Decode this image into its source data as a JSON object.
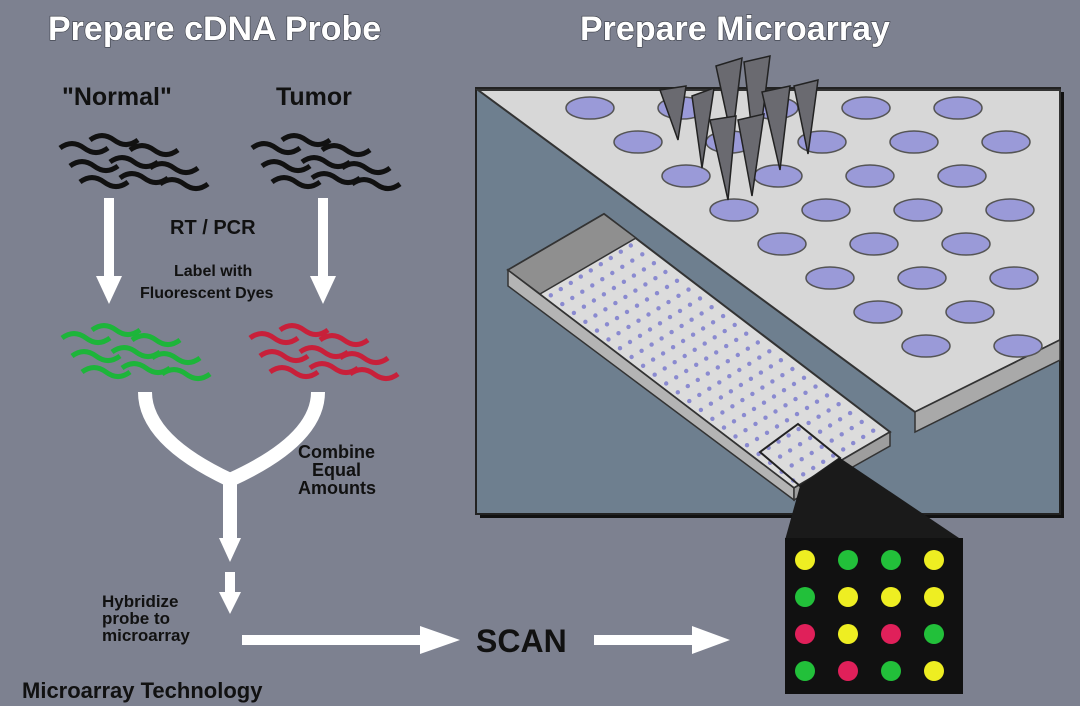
{
  "titles": {
    "left": "Prepare cDNA Probe",
    "right": "Prepare Microarray"
  },
  "labels": {
    "normal": "\"Normal\"",
    "tumor": "Tumor",
    "rt_pcr": "RT / PCR",
    "label_with": "Label with",
    "fluorescent_dyes": "Fluorescent Dyes",
    "combine_1": "Combine",
    "combine_2": "Equal",
    "combine_3": "Amounts",
    "hybridize_1": "Hybridize",
    "hybridize_2": "probe to",
    "hybridize_3": "microarray",
    "scan": "SCAN",
    "caption": "Microarray Technology"
  },
  "colors": {
    "background": "#7d8190",
    "normal_probe": "#1db53a",
    "tumor_probe": "#c8203a",
    "well": "#9a9ad8",
    "spot_yellow": "#eeee22",
    "spot_green": "#22c03a",
    "spot_red": "#e0205a"
  },
  "scan_grid": [
    [
      "yellow",
      "green",
      "green",
      "yellow"
    ],
    [
      "green",
      "yellow",
      "yellow",
      "yellow"
    ],
    [
      "red",
      "yellow",
      "red",
      "green"
    ],
    [
      "green",
      "red",
      "green",
      "yellow"
    ]
  ]
}
